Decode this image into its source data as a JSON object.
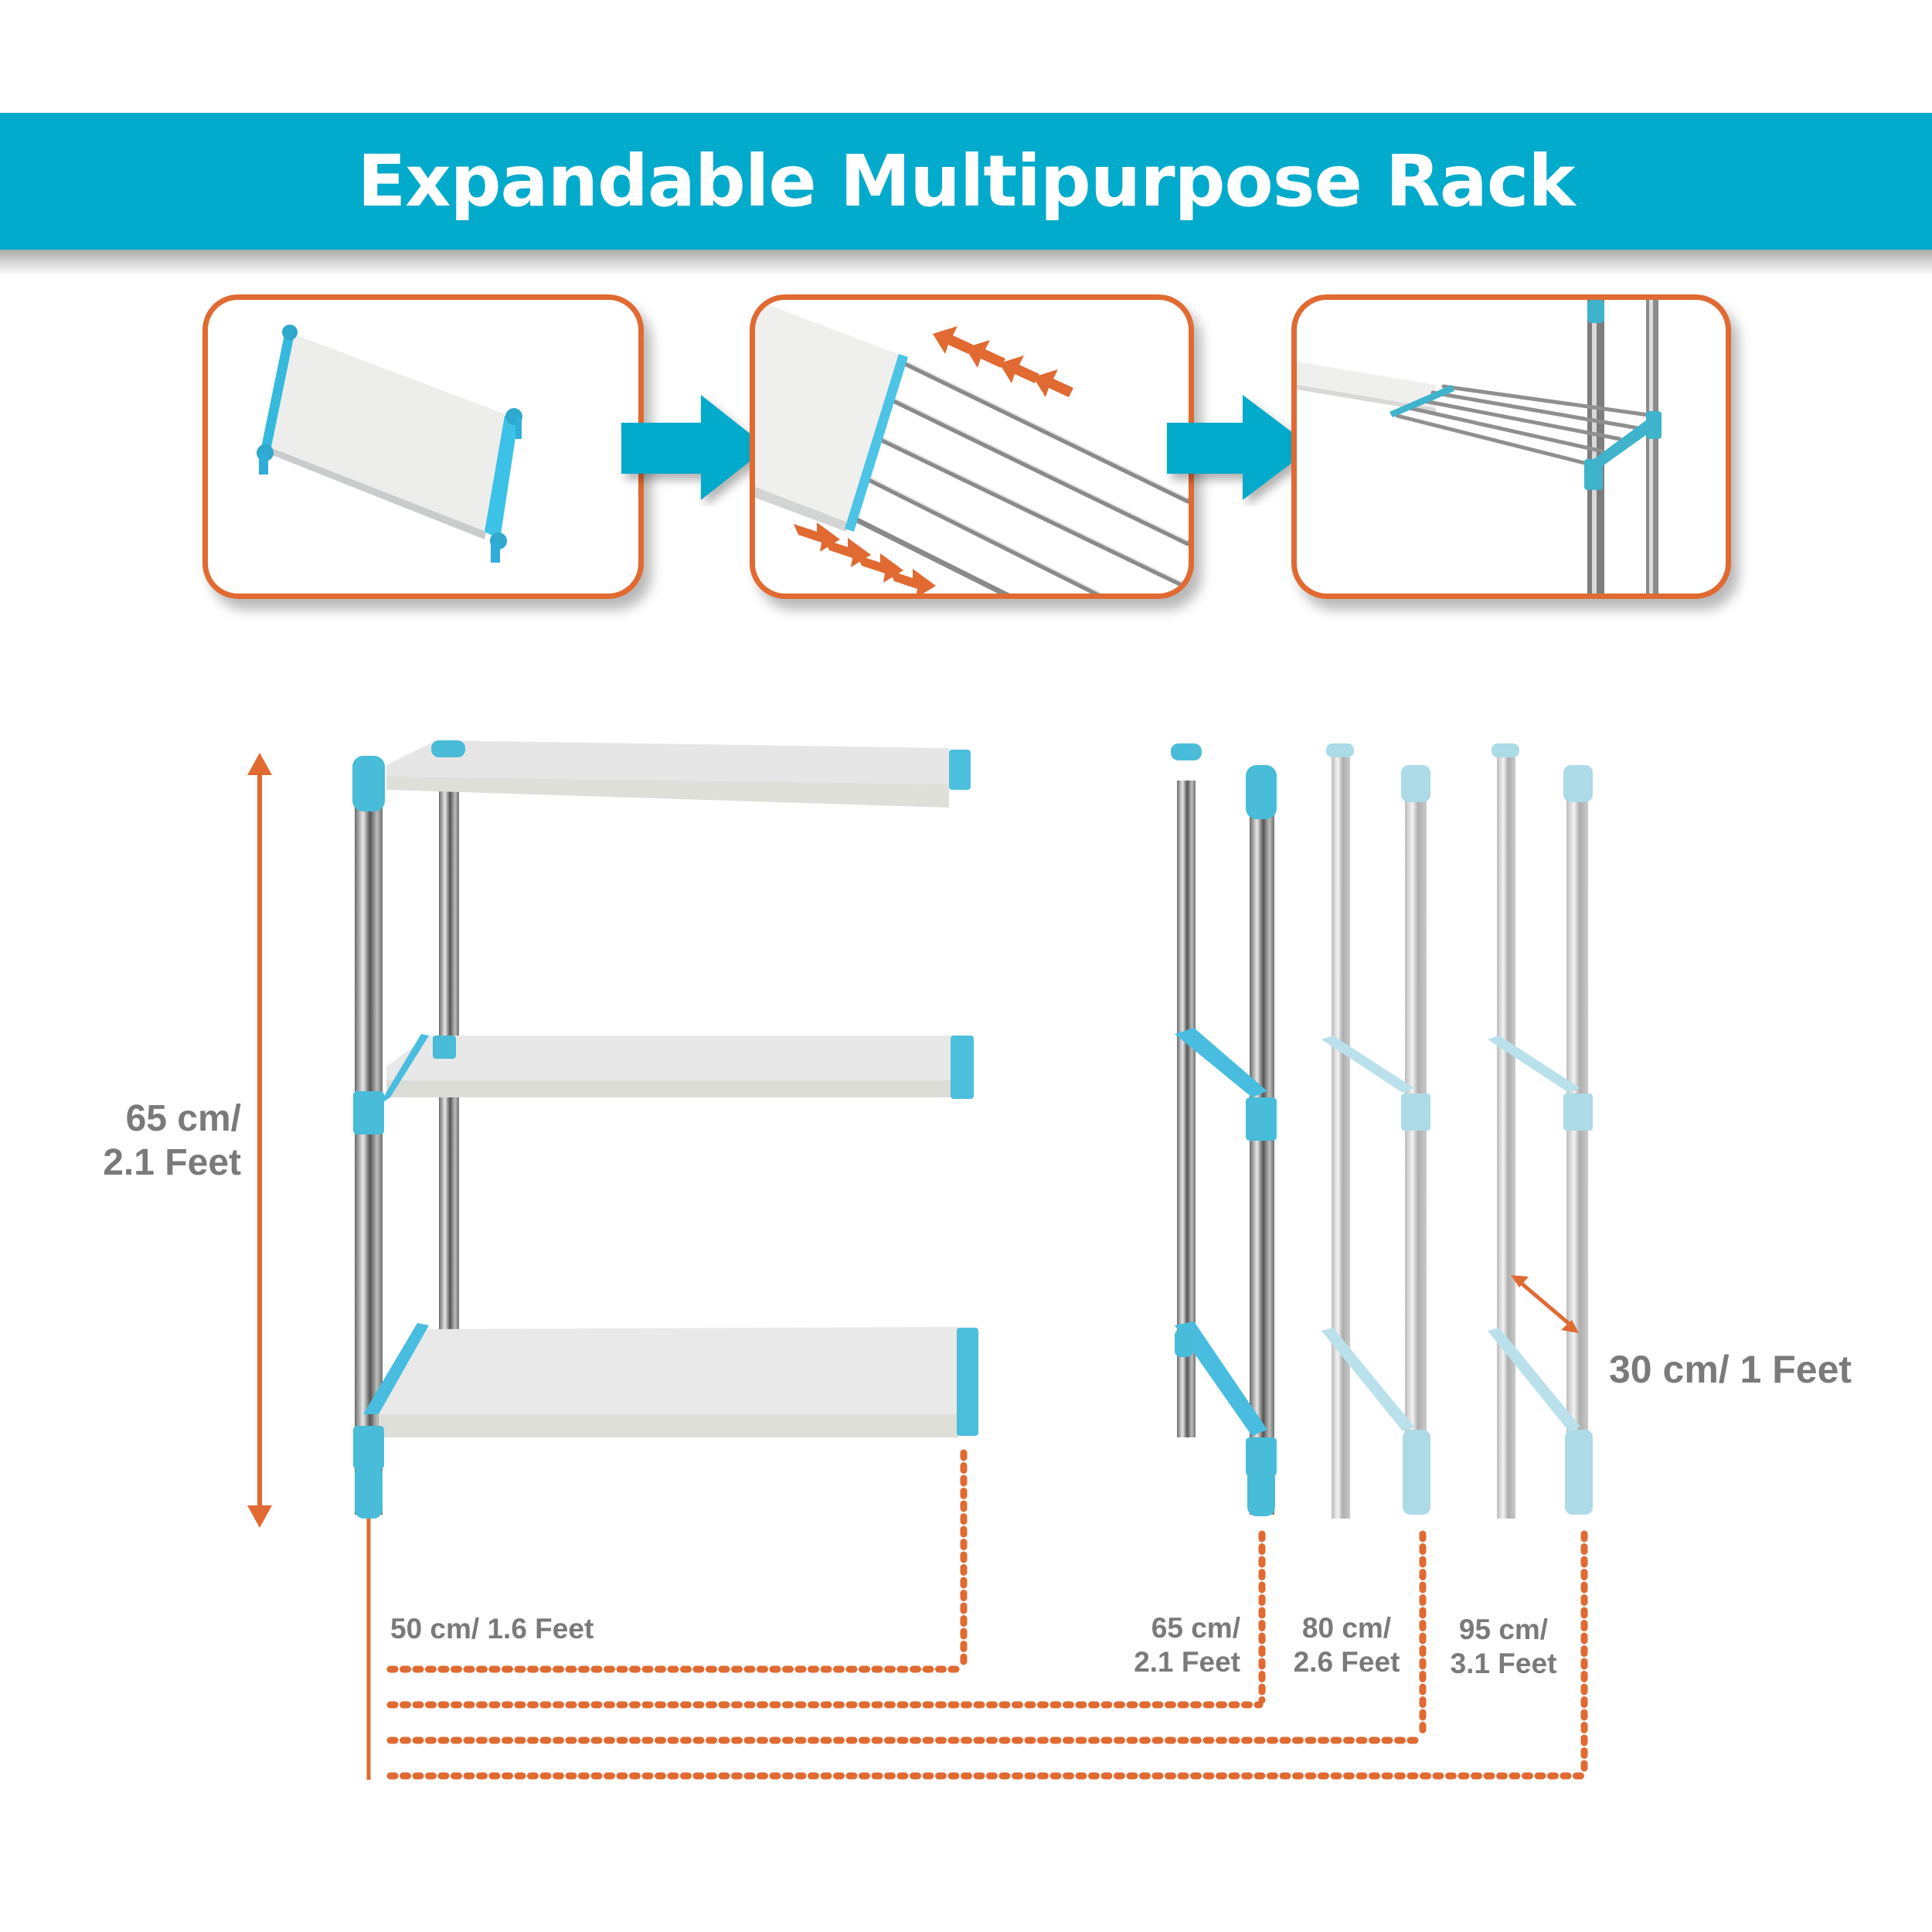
{
  "header": {
    "title": "Expandable Multipurpose Rack"
  },
  "steps": [
    {
      "id": "step-1",
      "description": "Compact shelf panel with blue end brackets"
    },
    {
      "id": "step-2",
      "description": "Shelf extended with telescoping steel rods",
      "arrows": [
        "push-in",
        "pull-out"
      ]
    },
    {
      "id": "step-3",
      "description": "Extended shelf fitted to post frame"
    }
  ],
  "dimensions": {
    "height": {
      "line1": "65 cm/",
      "line2": "2.1 Feet"
    },
    "depth": {
      "label": "30 cm/ 1 Feet"
    },
    "widths": [
      {
        "line1": "50 cm/ 1.6 Feet",
        "line2": ""
      },
      {
        "line1": "65 cm/",
        "line2": "2.1 Feet"
      },
      {
        "line1": "80 cm/",
        "line2": "2.6 Feet"
      },
      {
        "line1": "95 cm/",
        "line2": "3.1 Feet"
      }
    ]
  },
  "colors": {
    "banner": "#02aacb",
    "accent_orange": "#e06a32",
    "plastic_blue": "#4fc0dc",
    "label_gray": "#7a7a7a"
  },
  "icons": {
    "step_arrow": "right-arrow-icon",
    "dimension_arrow": "double-headed-arrow-icon"
  }
}
